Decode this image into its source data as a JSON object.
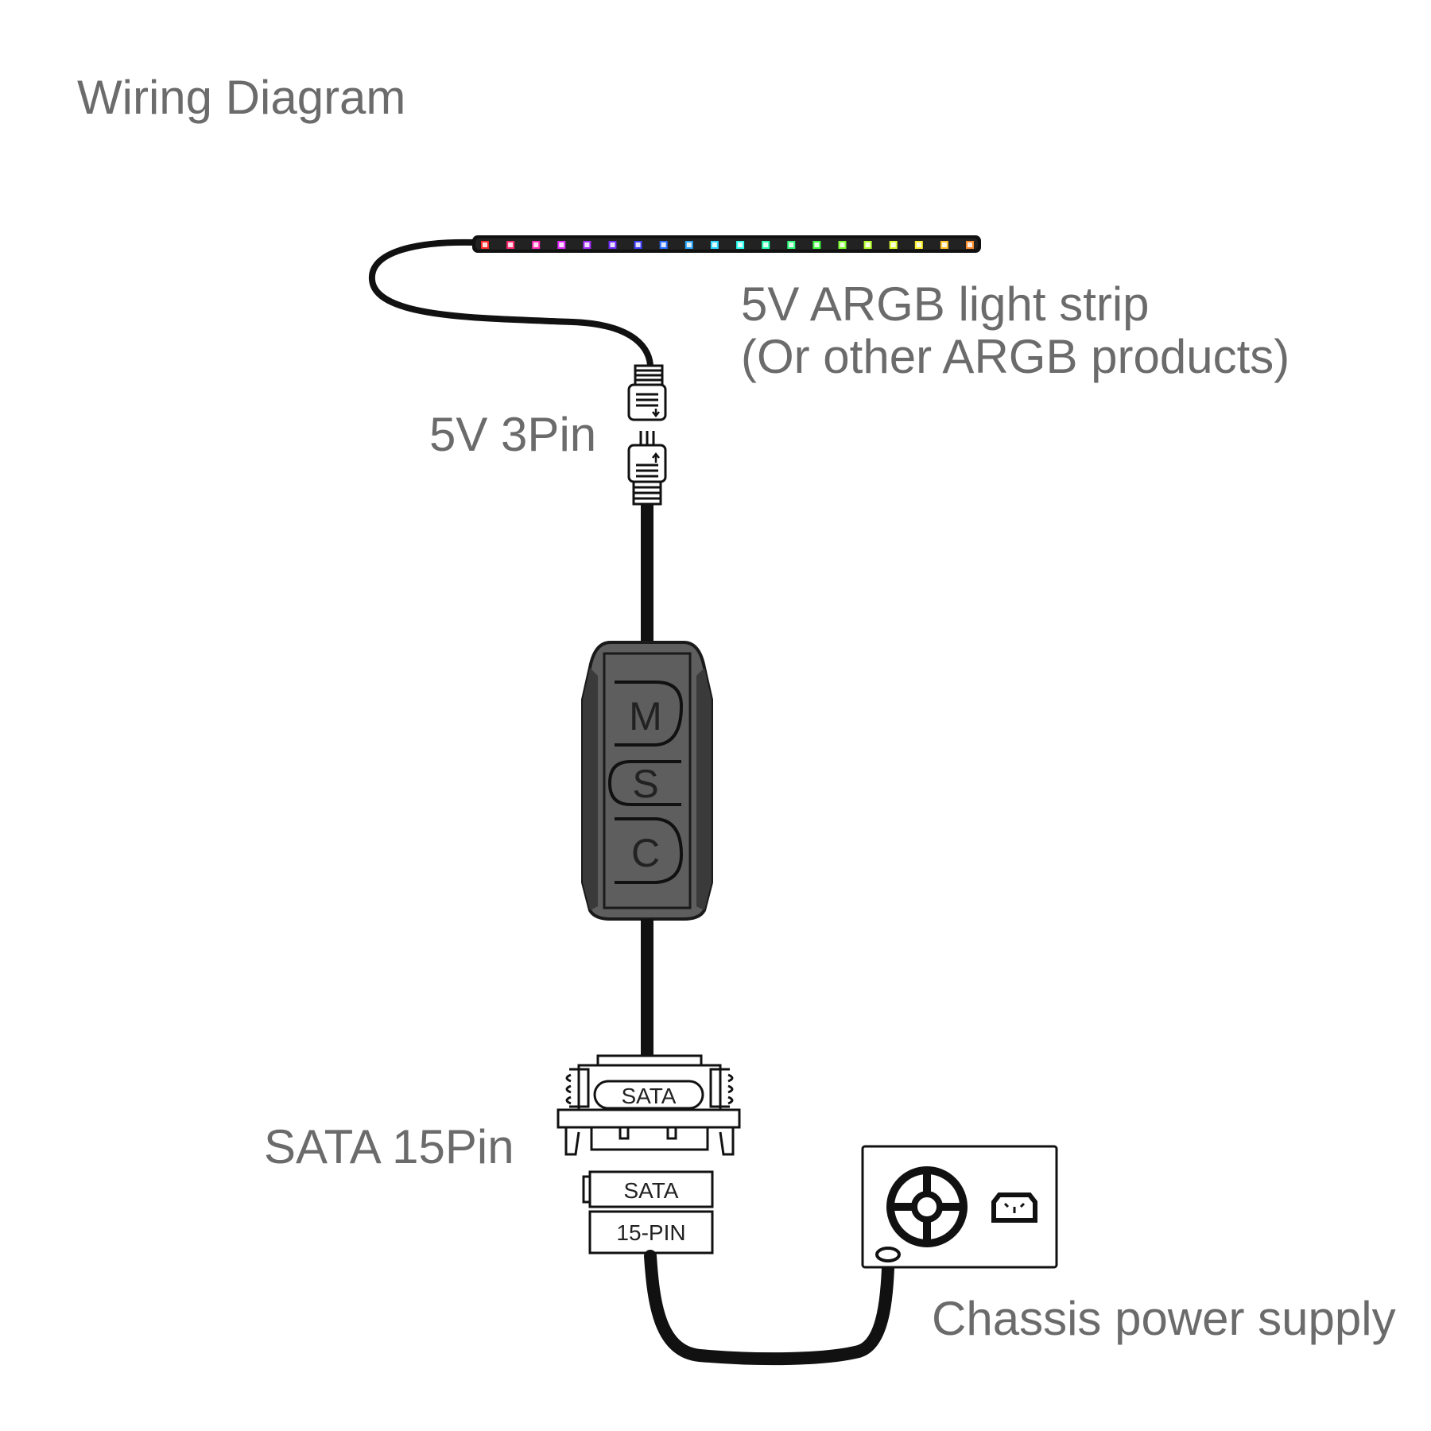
{
  "title": "Wiring Diagram",
  "strip": {
    "label_line1": "5V ARGB light strip",
    "label_line2": "(Or other ARGB products)",
    "led_colors": [
      "#ff2a2a",
      "#ff2a6e",
      "#ff2ab4",
      "#e02aff",
      "#a32aff",
      "#6e2aff",
      "#3f3fff",
      "#2a6eff",
      "#2aa3ff",
      "#2ad4ff",
      "#2affef",
      "#2affb4",
      "#2aff7a",
      "#3fff3f",
      "#7aff2a",
      "#b4ff2a",
      "#dcff2a",
      "#fff02a",
      "#ffc02a",
      "#ff8a2a"
    ]
  },
  "connector_3pin": {
    "label": "5V 3Pin"
  },
  "controller": {
    "buttons": [
      "M",
      "S",
      "C"
    ]
  },
  "sata_connector": {
    "label": "SATA 15Pin",
    "male_text": "SATA",
    "female_text_top": "SATA",
    "female_text_bottom": "15-PIN"
  },
  "psu": {
    "label": "Chassis power supply"
  },
  "colors": {
    "label_text": "#6b6b6b",
    "cable": "#111111",
    "controller_body": "#5e5e5e"
  }
}
